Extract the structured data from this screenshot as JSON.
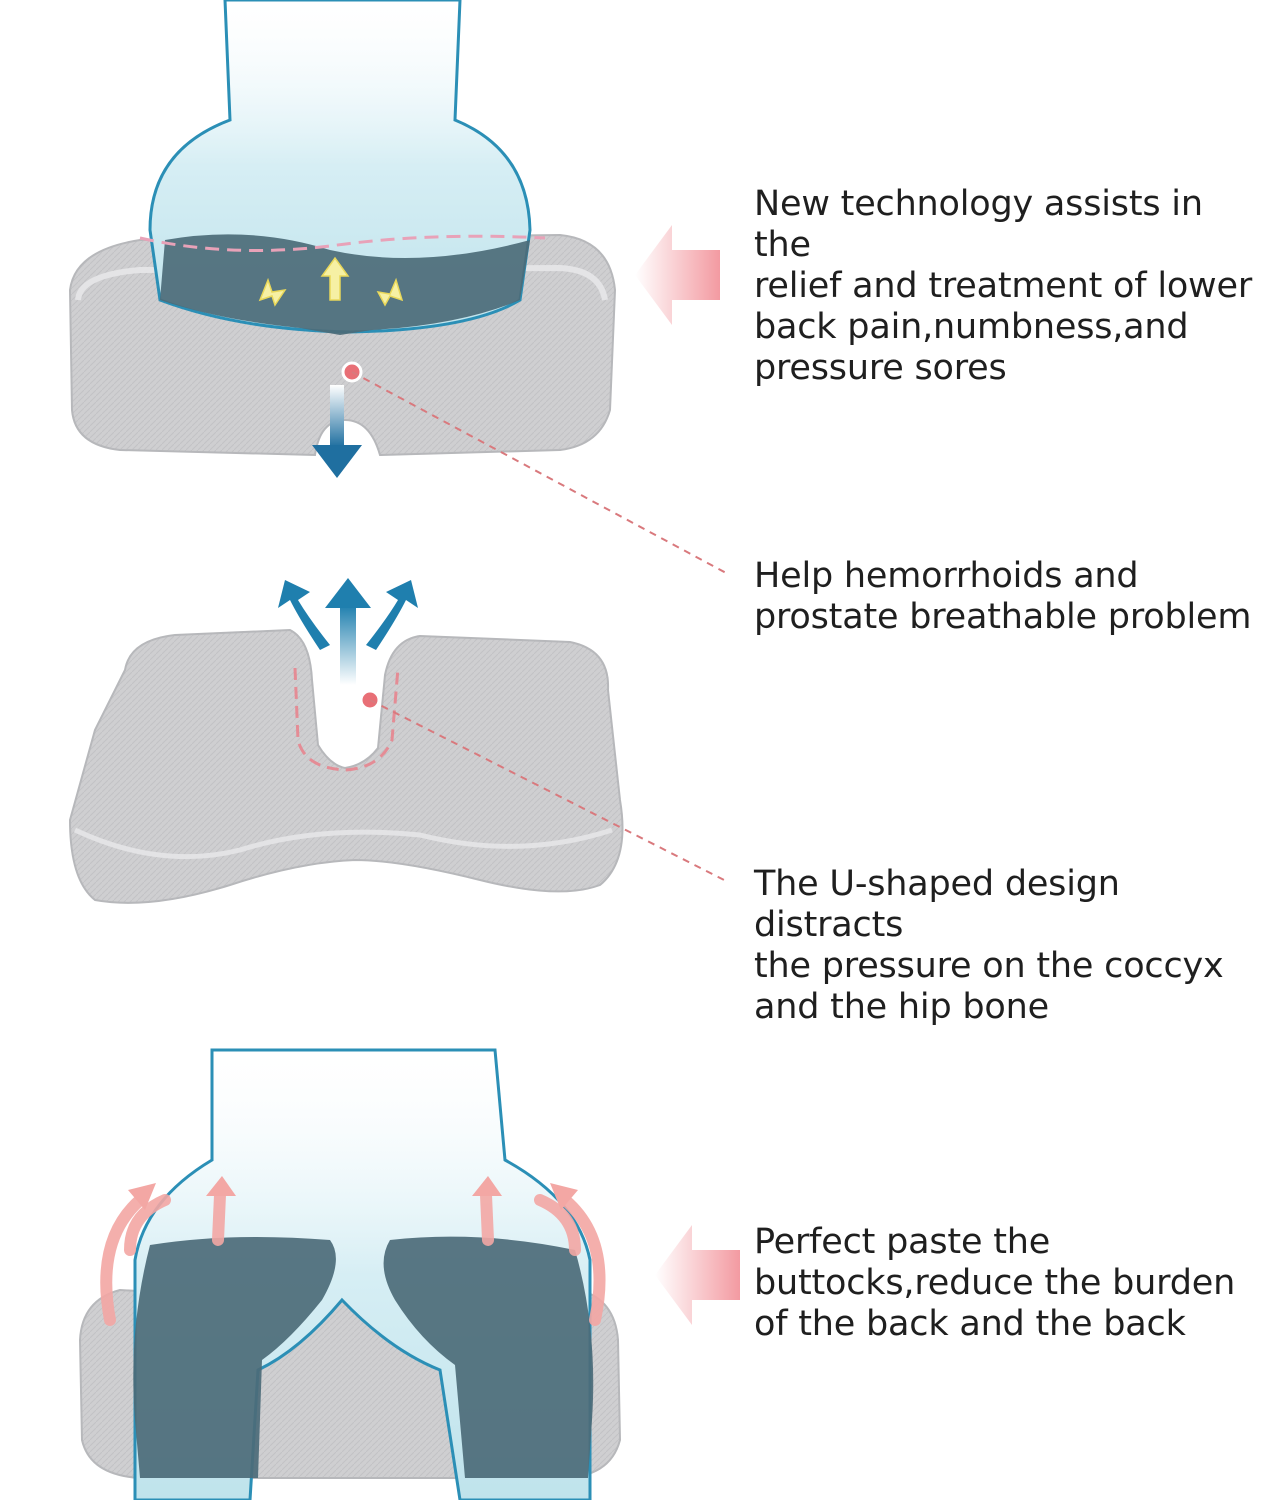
{
  "captions": {
    "pressure_relief": "New technology assists in the\nrelief and treatment of lower\nback pain,numbness,and\npressure sores",
    "breathable": "Help hemorrhoids and\nprostate breathable problem",
    "u_shape": "The U-shaped design distracts\nthe pressure on the coccyx\nand the hip bone",
    "perfect_paste": "Perfect paste the\nbuttocks,reduce the burden\nof the back and the back"
  },
  "colors": {
    "cushion_gray": "#cfcfd1",
    "cushion_shadow": "#b7b8bb",
    "body_light_blue": "#cfe9f0",
    "body_outline": "#2b8fb6",
    "contact_dark": "#4c6b78",
    "callout_pink": "#f3a0a6",
    "callout_dash": "#d9797d",
    "flow_blue": "#1f7fae",
    "pressure_yellow": "#f6f0a4",
    "hug_arrow_pink": "#f3a7a4"
  },
  "icons": {
    "pointer_arrow": "left-arrow-icon",
    "vent_arrows": "airflow-arrows-icon",
    "up_arrows": "pressure-up-arrows-icon",
    "down_arrow": "double-arrow-icon",
    "hug_arrows": "curved-arrows-icon"
  }
}
